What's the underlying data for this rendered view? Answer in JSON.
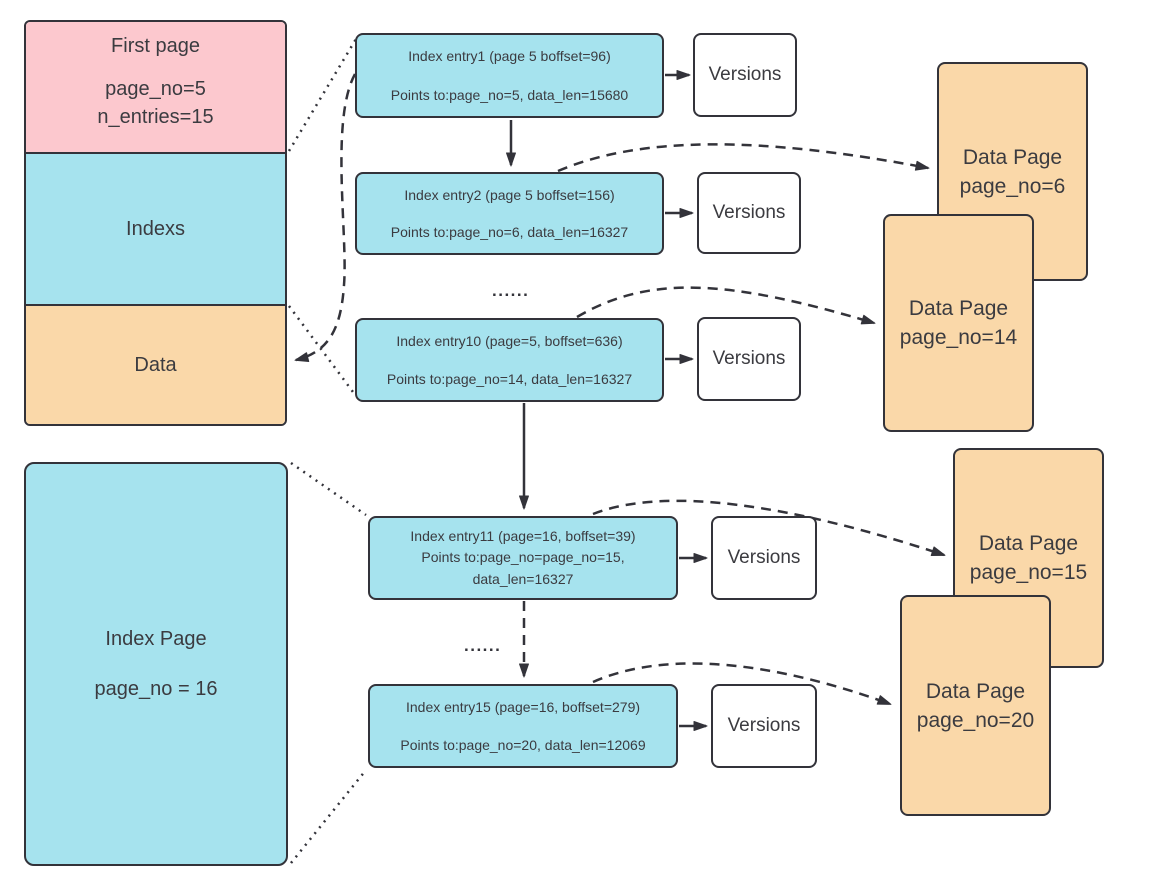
{
  "colors": {
    "line": "#33333a",
    "text": "#3b3b40",
    "pink": "#fcc8ce",
    "cyan": "#a6e3ee",
    "orange": "#fad8a9",
    "white": "#ffffff"
  },
  "first_page": {
    "title": "First page",
    "line1": "page_no=5",
    "line2": "n_entries=15",
    "indexs_label": "Indexs",
    "data_label": "Data"
  },
  "index_page": {
    "title": "Index Page",
    "subtitle": "page_no = 16"
  },
  "versions_label": "Versions",
  "ellipsis": "......",
  "index_entries": [
    {
      "lines": [
        "Index entry1 (page 5 boffset=96)",
        "Points to:page_no=5, data_len=15680"
      ]
    },
    {
      "lines": [
        "Index entry2 (page 5 boffset=156)",
        "Points to:page_no=6, data_len=16327"
      ]
    },
    {
      "lines": [
        "Index entry10 (page=5, boffset=636)",
        "Points to:page_no=14, data_len=16327"
      ]
    },
    {
      "lines": [
        "Index entry11 (page=16, boffset=39)",
        "Points to:page_no=page_no=15,",
        "data_len=16327"
      ]
    },
    {
      "lines": [
        "Index entry15 (page=16, boffset=279)",
        "Points to:page_no=20, data_len=12069"
      ]
    }
  ],
  "data_pages": [
    {
      "title": "Data Page",
      "page": "page_no=6"
    },
    {
      "title": "Data Page",
      "page": "page_no=14"
    },
    {
      "title": "Data Page",
      "page": "page_no=15"
    },
    {
      "title": "Data Page",
      "page": "page_no=20"
    }
  ]
}
